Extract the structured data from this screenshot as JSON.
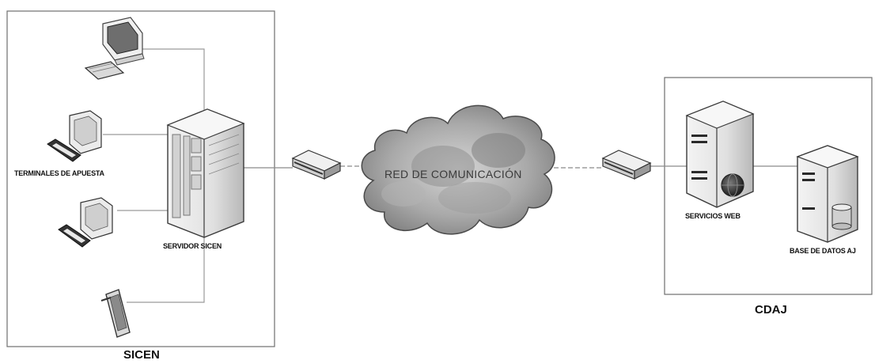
{
  "diagram": {
    "groups": {
      "left": "SICEN",
      "right": "CDAJ"
    },
    "labels": {
      "terminals": "TERMINALES DE APUESTA",
      "server": "SERVIDOR SICEN",
      "network": "RED DE COMUNICACIÓN",
      "web_services": "SERVICIOS WEB",
      "database": "BASE DE DATOS AJ"
    },
    "colors": {
      "line": "#8a8a8a",
      "box": "#6f6f6f",
      "cloud_dark": "#8c8c8c",
      "cloud_light": "#cfcfcf"
    }
  }
}
